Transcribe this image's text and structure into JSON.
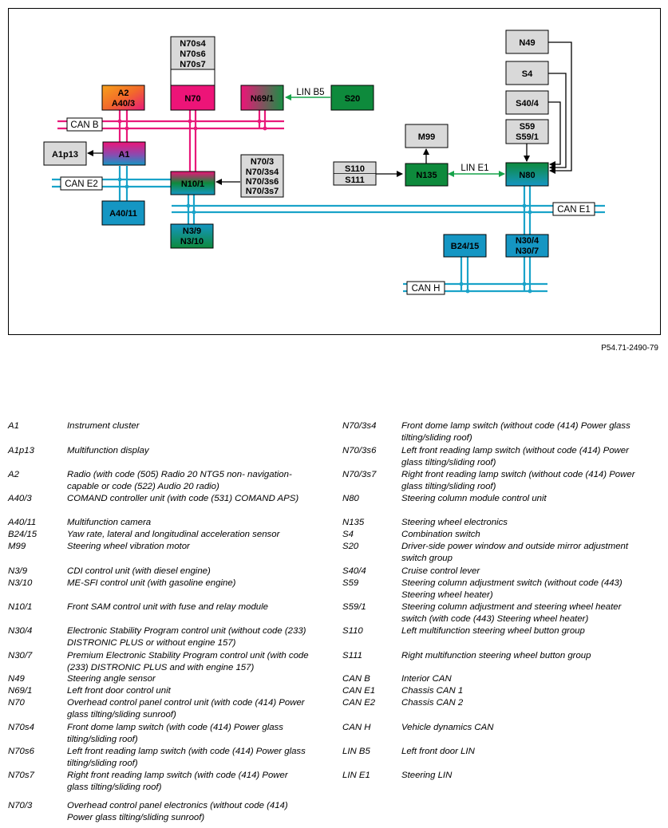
{
  "figure_ref": "P54.71-2490-79",
  "colors": {
    "can_b": "#e8197a",
    "can_e": "#1aa3c9",
    "lin": "#16a34a",
    "pink_box": "#ed1478",
    "green_box": "#0e8a3c",
    "teal_box": "#1596c3",
    "grey_box": "#d9d9d9"
  },
  "diagram": {
    "modules": {
      "a2": "A2",
      "a40_3": "A40/3",
      "n70": "N70",
      "n69_1": "N69/1",
      "s20": "S20",
      "a1": "A1",
      "a1p13": "A1p13",
      "n10_1": "N10/1",
      "a40_11": "A40/11",
      "n3_9": "N3/9",
      "n3_10": "N3/10",
      "n70s4": "N70s4",
      "n70s6": "N70s6",
      "n70s7": "N70s7",
      "n70_3": "N70/3",
      "n70_3s4": "N70/3s4",
      "n70_3s6": "N70/3s6",
      "n70_3s7": "N70/3s7",
      "m99": "M99",
      "s110": "S110",
      "s111": "S111",
      "n135": "N135",
      "n80": "N80",
      "n49": "N49",
      "s4": "S4",
      "s40_4": "S40/4",
      "s59": "S59",
      "s59_1": "S59/1",
      "b24_15": "B24/15",
      "n30_4": "N30/4",
      "n30_7": "N30/7"
    },
    "bus_labels": {
      "can_b": "CAN B",
      "can_e2": "CAN E2",
      "can_e1": "CAN E1",
      "can_h": "CAN H",
      "lin_b5": "LIN B5",
      "lin_e1": "LIN E1"
    }
  },
  "legend_left": [
    {
      "code": "A1",
      "desc": "Instrument cluster"
    },
    {
      "code": "A1p13",
      "desc": "Multifunction display"
    },
    {
      "code": "A2",
      "desc": "Radio (with code (505) Radio 20 NTG5 non- navigation-capable or code (522) Audio 20 radio)"
    },
    {
      "code": "A40/3",
      "desc": "COMAND controller unit (with code (531) COMAND APS)"
    },
    {
      "code": "A40/11",
      "desc": "Multifunction camera"
    },
    {
      "code": "B24/15",
      "desc": "Yaw rate, lateral and longitudinal acceleration sensor"
    },
    {
      "code": "M99",
      "desc": "Steering wheel vibration motor"
    },
    {
      "code": "N3/9",
      "desc": "CDI control unit (with diesel engine)"
    },
    {
      "code": "N3/10",
      "desc": "ME-SFI control unit (with gasoline engine)"
    },
    {
      "code": "N10/1",
      "desc": "Front SAM control unit with fuse and relay module"
    },
    {
      "code": "N30/4",
      "desc": "Electronic Stability Program control unit (without code (233) DISTRONIC PLUS or without engine 157)"
    },
    {
      "code": "N30/7",
      "desc": "Premium Electronic Stability Program control unit (with code (233) DISTRONIC PLUS and with engine 157)"
    },
    {
      "code": "N49",
      "desc": "Steering angle sensor"
    },
    {
      "code": "N69/1",
      "desc": "Left front door control unit"
    },
    {
      "code": "N70",
      "desc": "Overhead control panel control unit (with code (414) Power glass tilting/sliding sunroof)"
    },
    {
      "code": "N70s4",
      "desc": "Front dome lamp switch (with code (414) Power glass tilting/sliding roof)"
    },
    {
      "code": "N70s6",
      "desc": "Left front reading lamp switch (with code (414) Power glass tilting/sliding roof)"
    },
    {
      "code": "N70s7",
      "desc": "Right front reading lamp switch (with code (414) Power glass tilting/sliding roof)"
    },
    {
      "code": "N70/3",
      "desc": "Overhead control panel electronics (without code (414) Power glass tilting/sliding sunroof)"
    }
  ],
  "legend_right": [
    {
      "code": "N70/3s4",
      "desc": "Front dome lamp switch (without code (414) Power glass tilting/sliding roof)"
    },
    {
      "code": "N70/3s6",
      "desc": "Left front reading lamp switch (without code (414) Power glass tilting/sliding roof)"
    },
    {
      "code": "N70/3s7",
      "desc": "Right front reading lamp switch (without code (414) Power glass tilting/sliding roof)"
    },
    {
      "code": "N80",
      "desc": "Steering column module control unit"
    },
    {
      "code": "N135",
      "desc": "Steering wheel electronics"
    },
    {
      "code": "S4",
      "desc": "Combination switch"
    },
    {
      "code": "S20",
      "desc": "Driver-side power window and outside mirror adjustment switch group"
    },
    {
      "code": "S40/4",
      "desc": "Cruise control lever"
    },
    {
      "code": "S59",
      "desc": "Steering column adjustment switch (without code (443) Steering wheel heater)"
    },
    {
      "code": "S59/1",
      "desc": "Steering column adjustment and steering wheel heater switch (with code (443) Steering wheel heater)"
    },
    {
      "code": "S110",
      "desc": "Left multifunction steering wheel button group"
    },
    {
      "code": "S111",
      "desc": "Right multifunction steering wheel button group"
    },
    {
      "code": "CAN B",
      "desc": "Interior CAN"
    },
    {
      "code": "CAN E1",
      "desc": "Chassis CAN 1"
    },
    {
      "code": "CAN E2",
      "desc": "Chassis CAN 2"
    },
    {
      "code": "CAN H",
      "desc": "Vehicle dynamics CAN"
    },
    {
      "code": "LIN B5",
      "desc": "Left front door LIN"
    },
    {
      "code": "LIN E1",
      "desc": "Steering LIN"
    }
  ]
}
